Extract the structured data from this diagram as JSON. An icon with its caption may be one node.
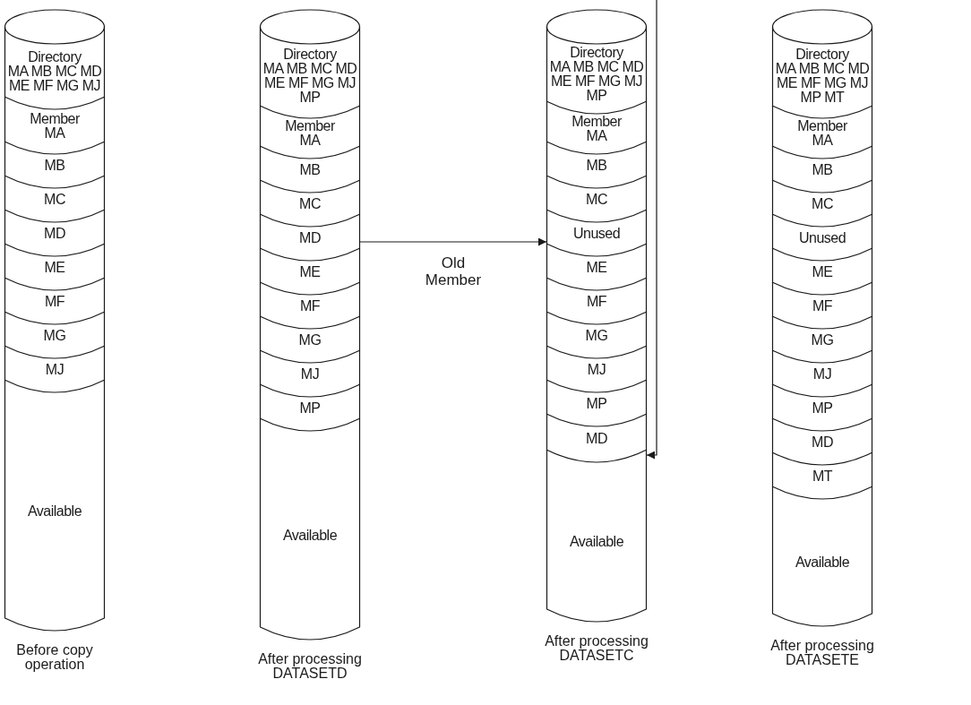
{
  "diagram": {
    "nodes": [
      {
        "text": [],
        "shape": "cylinder",
        "beside": [
          "Before copy operation"
        ]
      },
      {
        "text": [
          "Directory",
          "MA MB MC MD ME MF MG MJ"
        ],
        "in": 0
      },
      {
        "text": [
          "Member MA"
        ],
        "in": 0
      },
      {
        "text": [
          "MB"
        ],
        "in": 0
      },
      {
        "text": [
          "MC"
        ],
        "in": 0
      },
      {
        "text": [
          "MD"
        ],
        "in": 0
      },
      {
        "text": [
          "ME"
        ],
        "in": 0
      },
      {
        "text": [
          "MF"
        ],
        "in": 0
      },
      {
        "text": [
          "MG"
        ],
        "in": 0
      },
      {
        "text": [
          "MJ"
        ],
        "in": 0
      },
      {
        "text": [
          "Available"
        ],
        "in": 0
      },
      {
        "text": [],
        "shape": "cylinder",
        "beside": [
          "After processing DATASETD"
        ]
      },
      {
        "text": [
          "Directory",
          "MA MB MC MD ME MF MG MJ MP"
        ],
        "in": 11
      },
      {
        "text": [
          "Member MA"
        ],
        "in": 11
      },
      {
        "text": [
          "MB"
        ],
        "in": 11
      },
      {
        "text": [
          "MC"
        ],
        "in": 11
      },
      {
        "text": [
          "MD"
        ],
        "in": 11
      },
      {
        "text": [
          "ME"
        ],
        "in": 11
      },
      {
        "text": [
          "MF"
        ],
        "in": 11
      },
      {
        "text": [
          "MG"
        ],
        "in": 11
      },
      {
        "text": [
          "MJ"
        ],
        "in": 11
      },
      {
        "text": [
          "MP"
        ],
        "in": 11
      },
      {
        "text": [
          "Available"
        ],
        "in": 11
      },
      {
        "text": [],
        "shape": "cylinder",
        "beside": [
          "After processing DATASETC"
        ]
      },
      {
        "text": [
          "Directory",
          "MA MB MC MD ME MF MG MJ MP"
        ],
        "in": 23
      },
      {
        "text": [
          "Member MA"
        ],
        "in": 23
      },
      {
        "text": [
          "MB"
        ],
        "in": 23
      },
      {
        "text": [
          "MC"
        ],
        "in": 23
      },
      {
        "text": [
          "Unused"
        ],
        "in": 23
      },
      {
        "text": [
          "ME"
        ],
        "in": 23
      },
      {
        "text": [
          "MF"
        ],
        "in": 23
      },
      {
        "text": [
          "MG"
        ],
        "in": 23
      },
      {
        "text": [
          "MJ"
        ],
        "in": 23
      },
      {
        "text": [
          "MP"
        ],
        "in": 23
      },
      {
        "text": [
          "MD"
        ],
        "in": 23
      },
      {
        "text": [
          "Available"
        ],
        "in": 23
      },
      {
        "text": [],
        "shape": "cylinder",
        "beside": [
          "After processing DATASETE"
        ]
      },
      {
        "text": [
          "Directory",
          "MA MB MC MD ME MF MG MJ MP MT"
        ],
        "in": 36
      },
      {
        "text": [
          "Member MA"
        ],
        "in": 36
      },
      {
        "text": [
          "MB"
        ],
        "in": 36
      },
      {
        "text": [
          "MC"
        ],
        "in": 36
      },
      {
        "text": [
          "Unused"
        ],
        "in": 36
      },
      {
        "text": [
          "ME"
        ],
        "in": 36
      },
      {
        "text": [
          "MF"
        ],
        "in": 36
      },
      {
        "text": [
          "MG"
        ],
        "in": 36
      },
      {
        "text": [
          "MJ"
        ],
        "in": 36
      },
      {
        "text": [
          "MP"
        ],
        "in": 36
      },
      {
        "text": [
          "MD"
        ],
        "in": 36
      },
      {
        "text": [
          "MT"
        ],
        "in": 36
      },
      {
        "text": [
          "Available"
        ],
        "in": 36
      }
    ],
    "edges": [
      {
        "from": 16,
        "to": 28,
        "arrow": "to",
        "label": "Old Member"
      },
      {
        "from": null,
        "to": 34,
        "arrow": "to"
      }
    ]
  }
}
